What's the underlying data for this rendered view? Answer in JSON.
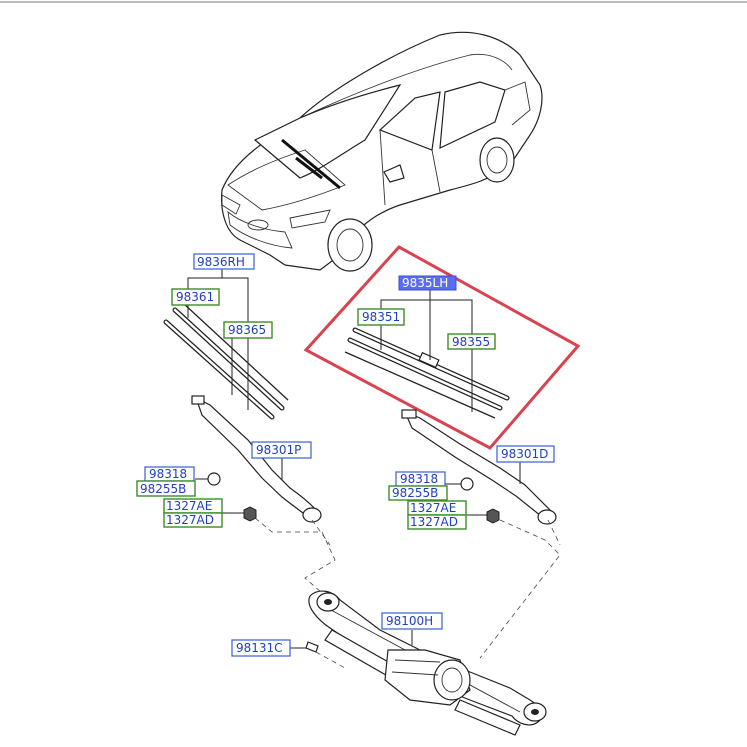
{
  "labels": {
    "rh_blade_assy": "9836RH",
    "rh_blade": "98361",
    "rh_refill": "98365",
    "lh_blade_assy": "9835LH",
    "lh_blade": "98351",
    "lh_refill": "98355",
    "rh_arm": "98301P",
    "lh_arm": "98301D",
    "rh_cap": "98318",
    "rh_cap2": "98255B",
    "rh_nut1": "1327AE",
    "rh_nut2": "1327AD",
    "lh_cap": "98318",
    "lh_cap2": "98255B",
    "lh_nut1": "1327AE",
    "lh_nut2": "1327AD",
    "linkage_motor": "98100H",
    "bolt": "98131C"
  },
  "colors": {
    "highlight_frame": "#d9434f",
    "blue_label": "#1f3fbf",
    "green_label": "#2c6e1a",
    "selected_label_fill": "#5a6cf0"
  }
}
